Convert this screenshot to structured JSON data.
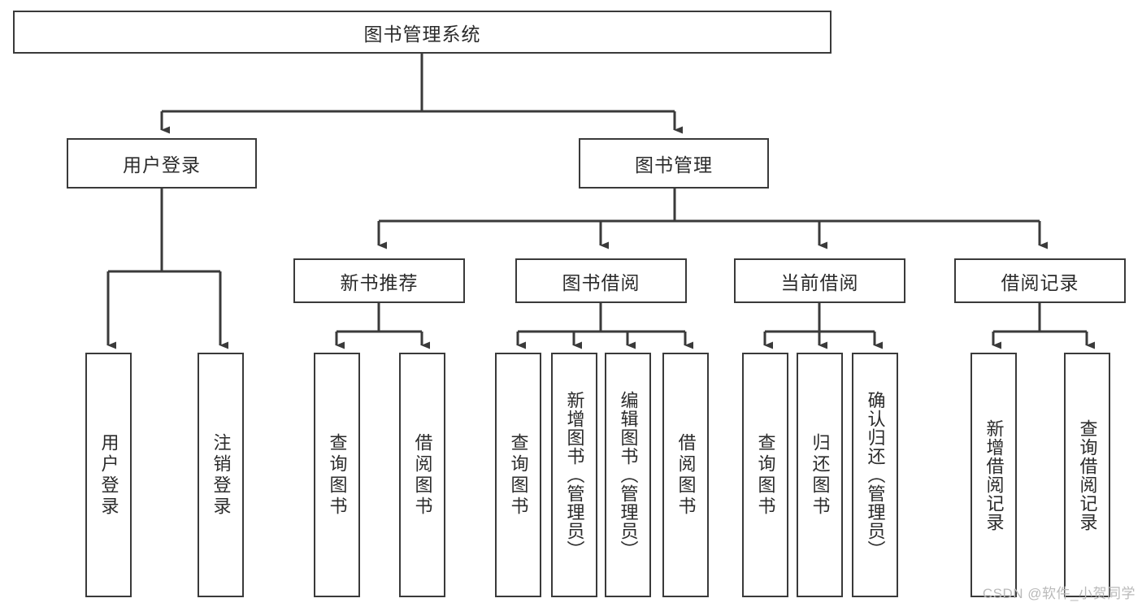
{
  "diagram": {
    "title_node": {
      "label": "图书管理系统"
    },
    "level2": [
      {
        "id": "user-login",
        "label": "用户登录"
      },
      {
        "id": "book-management",
        "label": "图书管理"
      }
    ],
    "level3": [
      {
        "id": "new-book-recommend",
        "label": "新书推荐"
      },
      {
        "id": "book-borrow",
        "label": "图书借阅"
      },
      {
        "id": "current-borrow",
        "label": "当前借阅"
      },
      {
        "id": "borrow-record",
        "label": "借阅记录"
      }
    ],
    "leaves": [
      {
        "id": "leaf-user-login",
        "label": "用户登录"
      },
      {
        "id": "leaf-logout-login",
        "label": "注销登录"
      },
      {
        "id": "leaf-query-book-1",
        "label": "查询图书"
      },
      {
        "id": "leaf-borrow-book-1",
        "label": "借阅图书"
      },
      {
        "id": "leaf-query-book-2",
        "label": "查询图书"
      },
      {
        "id": "leaf-add-book-admin",
        "label": "新增图书（管理员）"
      },
      {
        "id": "leaf-edit-book-admin",
        "label": "编辑图书（管理员）"
      },
      {
        "id": "leaf-borrow-book-2",
        "label": "借阅图书"
      },
      {
        "id": "leaf-query-book-3",
        "label": "查询图书"
      },
      {
        "id": "leaf-return-book",
        "label": "归还图书"
      },
      {
        "id": "leaf-confirm-return-admin",
        "label": "确认归还（管理员）"
      },
      {
        "id": "leaf-add-borrow-record",
        "label": "新增借阅记录"
      },
      {
        "id": "leaf-query-borrow-record",
        "label": "查询借阅记录"
      }
    ],
    "watermark": "CSDN @软件_小贺同学",
    "colors": {
      "stroke": "#3a3a3a",
      "background": "#ffffff",
      "text": "#2b2b2b",
      "watermark": "#b9b9b9"
    }
  }
}
